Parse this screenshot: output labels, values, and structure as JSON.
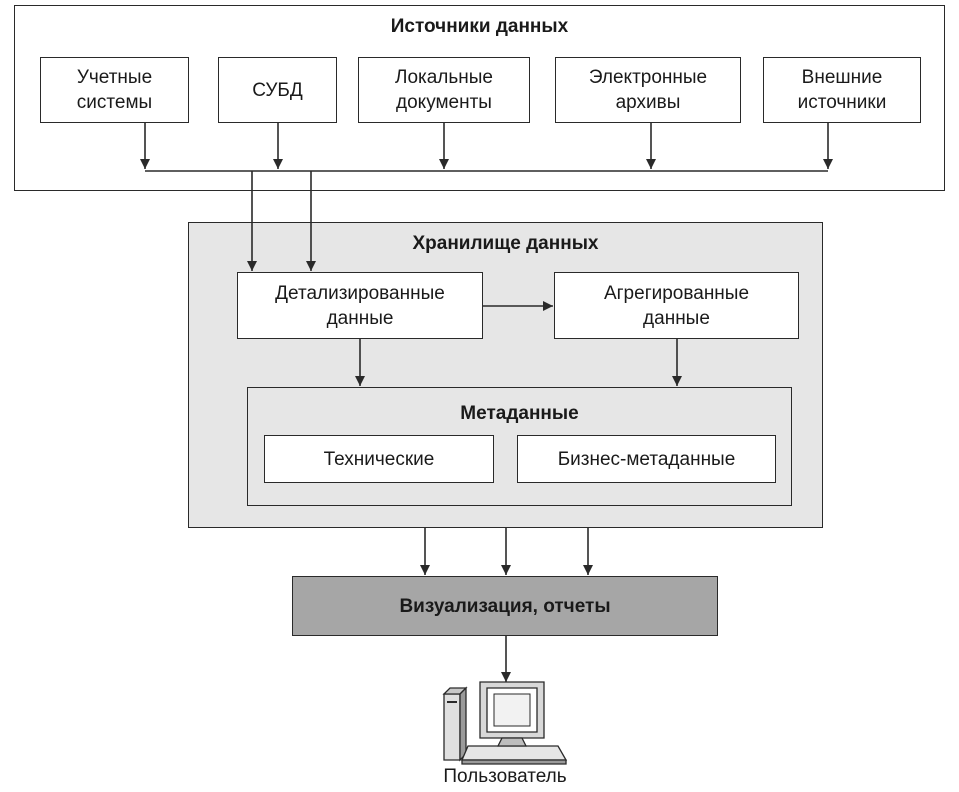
{
  "sources": {
    "title": "Источники данных",
    "items": [
      "Учетные\nсистемы",
      "СУБД",
      "Локальные\nдокументы",
      "Электронные\nархивы",
      "Внешние\nисточники"
    ]
  },
  "warehouse": {
    "title": "Хранилище данных",
    "detailed": "Детализированные\nданные",
    "aggregated": "Агрегированные\nданные",
    "metadata": {
      "title": "Метаданные",
      "technical": "Технические",
      "business": "Бизнес-метаданные"
    }
  },
  "visualization": {
    "label": "Визуализация, отчеты"
  },
  "user": {
    "label": "Пользователь"
  },
  "colors": {
    "panel_fill": "#e6e6e6",
    "visualization_fill": "#a6a6a6",
    "line": "#2a2a2a"
  }
}
